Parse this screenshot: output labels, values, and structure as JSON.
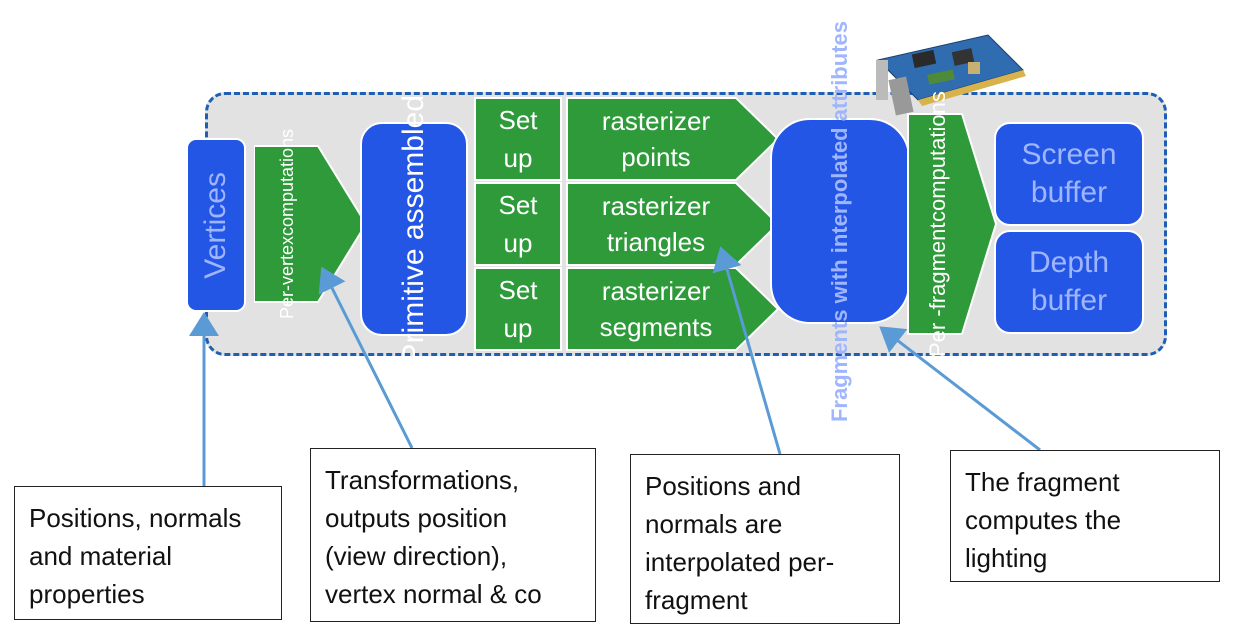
{
  "pipeline": {
    "vertices": "Vertices",
    "per_vertex": [
      "Per-vertex",
      "computations"
    ],
    "primitive": [
      "Primitive",
      "assembled"
    ],
    "setup": [
      "Set",
      "up"
    ],
    "raster_points": [
      "rasterizer",
      "points"
    ],
    "raster_triangles": [
      "rasterizer",
      "triangles"
    ],
    "raster_segments": [
      "rasterizer",
      "segments"
    ],
    "fragments": [
      "Fragments",
      "with",
      "interpolated",
      "attributes"
    ],
    "per_fragment": [
      "Per -fragment",
      "computations"
    ],
    "screen_buffer": [
      "Screen",
      "buffer"
    ],
    "depth_buffer": [
      "Depth",
      "buffer"
    ]
  },
  "notes": {
    "vertices": [
      "Positions, normals",
      "and material",
      "properties"
    ],
    "transform": [
      "Transformations,",
      "outputs position",
      "(view direction),",
      "vertex normal & co"
    ],
    "interpolated": [
      "Positions and",
      "normals are",
      "interpolated per-",
      "fragment"
    ],
    "lighting": [
      "The fragment",
      "computes the",
      "lighting"
    ]
  },
  "colors": {
    "blue": "#2456e6",
    "green": "#2e9a3a",
    "arrow": "#5b9bd5",
    "dashed_border": "#1f5fb3"
  },
  "icons": {
    "gpu": "graphics-card-image"
  }
}
